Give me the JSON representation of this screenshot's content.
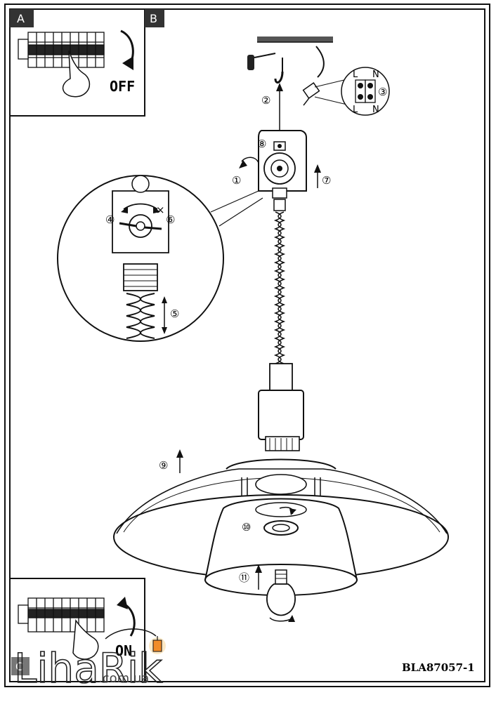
{
  "panels": {
    "a": {
      "step": "A",
      "switch_label": "OFF"
    },
    "b": {
      "step": "B"
    },
    "c": {
      "step": "C",
      "switch_label": "ON"
    }
  },
  "terminal": {
    "left_label": "L",
    "right_label": "N"
  },
  "callouts": [
    "①",
    "②",
    "③",
    "④",
    "⑤",
    "⑥",
    "⑦",
    "⑧",
    "⑨",
    "⑩",
    "⑪"
  ],
  "marks": {
    "cross": "×"
  },
  "model_code": "BLA87057-1",
  "watermark": {
    "name": "LihaRik",
    "domain": ".com.ua",
    "accent_color": "#f28c28"
  }
}
